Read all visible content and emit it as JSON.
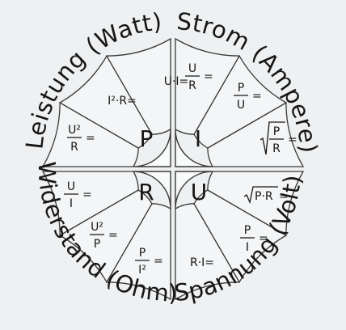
{
  "arc_labels": {
    "power": "Leistung (Watt)",
    "current": "Strom (Ampere)",
    "resistance": "Widerstand (Ohm)",
    "voltage": "Spannung (Volt)"
  },
  "quantities": {
    "power": "P",
    "current": "I",
    "resistance": "R",
    "voltage": "U"
  },
  "formulas": {
    "power": [
      {
        "kind": "inline",
        "text": "U·I="
      },
      {
        "kind": "inline",
        "text": "I²·R="
      },
      {
        "kind": "frac",
        "num": "U²",
        "den": "R",
        "suffix": "="
      }
    ],
    "current": [
      {
        "kind": "frac",
        "num": "U",
        "den": "R",
        "suffix": "="
      },
      {
        "kind": "frac",
        "num": "P",
        "den": "U",
        "suffix": "="
      },
      {
        "kind": "sqrtfrac",
        "num": "P",
        "den": "R",
        "suffix": "="
      }
    ],
    "resistance": [
      {
        "kind": "frac",
        "num": "U",
        "den": "I",
        "suffix": "="
      },
      {
        "kind": "frac",
        "num": "U²",
        "den": "P",
        "suffix": "="
      },
      {
        "kind": "frac",
        "num": "P",
        "den": "I²",
        "suffix": "="
      }
    ],
    "voltage": [
      {
        "kind": "sqrt",
        "text": "P·R",
        "suffix": "="
      },
      {
        "kind": "frac",
        "num": "P",
        "den": "I",
        "suffix": "="
      },
      {
        "kind": "inline",
        "text": "R·I="
      }
    ]
  }
}
